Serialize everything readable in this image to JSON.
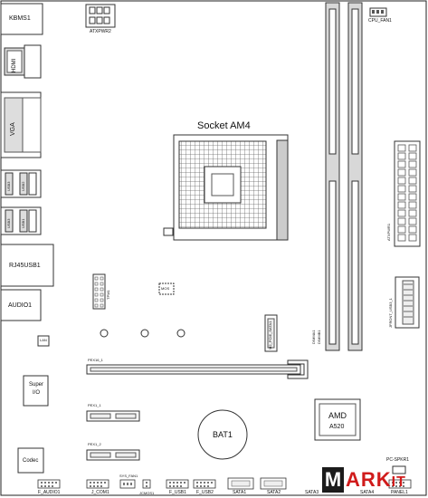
{
  "labels": {
    "kbms": "KBMS1",
    "atxpwr2": "ATXPWR2",
    "cpu_fan": "CPU_FAN1",
    "hdmi": "HDMI",
    "vga": "VGA",
    "socket": "Socket AM4",
    "usb3": "USB3",
    "usb_2": "USB2",
    "usb_1": "USB1",
    "usb_a": "USB3",
    "usb_b": "USB3",
    "usb_c": "USB2",
    "usb_d": "USB1",
    "rj45": "RJ45USB1",
    "audio": "AUDIO1",
    "tpm": "TPM1",
    "mos": "MOS",
    "m2": "M2_PCIE_SATA1",
    "dimm_a": "DIMMA1",
    "dimm_b": "DIMMB1",
    "atxpwr1": "ATXPWR1",
    "jfront": "JFRONT_USB3_1",
    "lan": "LAN",
    "pex16": "PEX16_1",
    "superio": "Super I/O",
    "pex1_1": "PEX1_1",
    "pex1_2": "PEX1_2",
    "bat": "BAT1",
    "amd": "AMD",
    "a520": "A520",
    "codec": "Codec",
    "pc_spkr": "PC-SPKR1",
    "f_audio": "F_AUDIO1",
    "j_com": "J_COM1",
    "sys_fan": "SYS_FAN1",
    "jcmos": "JCMOS1",
    "f_usb1": "F_USB1",
    "f_usb2": "F_USB2",
    "sata1": "SATA1",
    "sata2": "SATA2",
    "sata3": "SATA3",
    "sata4": "SATA4",
    "panel": "PANEL1"
  },
  "logo": {
    "first": "M",
    "rest": "ARK",
    "suffix": "IT"
  },
  "colors": {
    "outline": "#333333",
    "fill": "#e2e2e2",
    "logo_red": "#d01b1b"
  }
}
